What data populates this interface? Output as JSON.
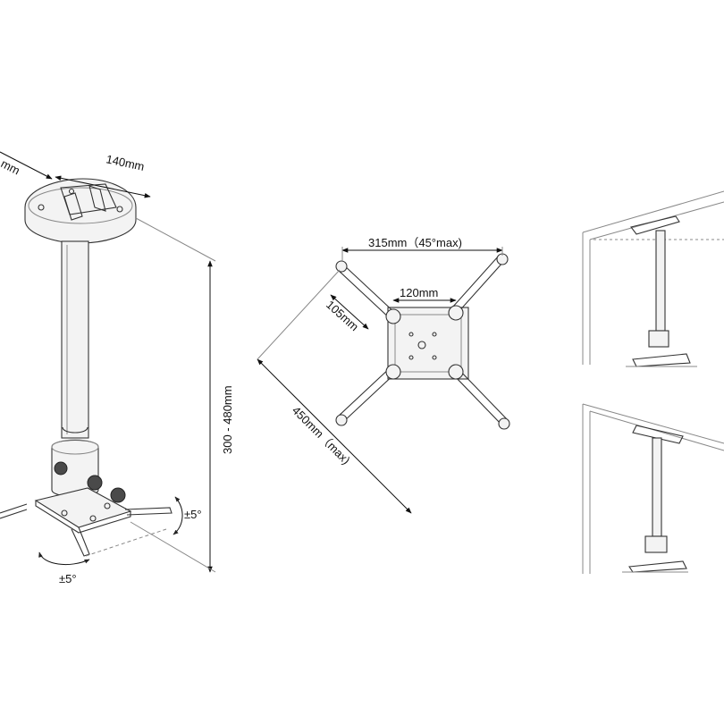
{
  "side_view": {
    "dim_cut_label": "mm",
    "dim_width_label": "140mm",
    "dim_height_label": "300 - 480mm",
    "tilt_label": "±5°",
    "swivel_label": "±5°"
  },
  "top_view": {
    "dim_span_label": "315mm（45°max)",
    "dim_center_label": "120mm",
    "dim_arm_label": "105mm",
    "dim_diag_label": "450mm（max)"
  },
  "install_views": {
    "flat_ceiling": "",
    "sloped_ceiling": ""
  }
}
